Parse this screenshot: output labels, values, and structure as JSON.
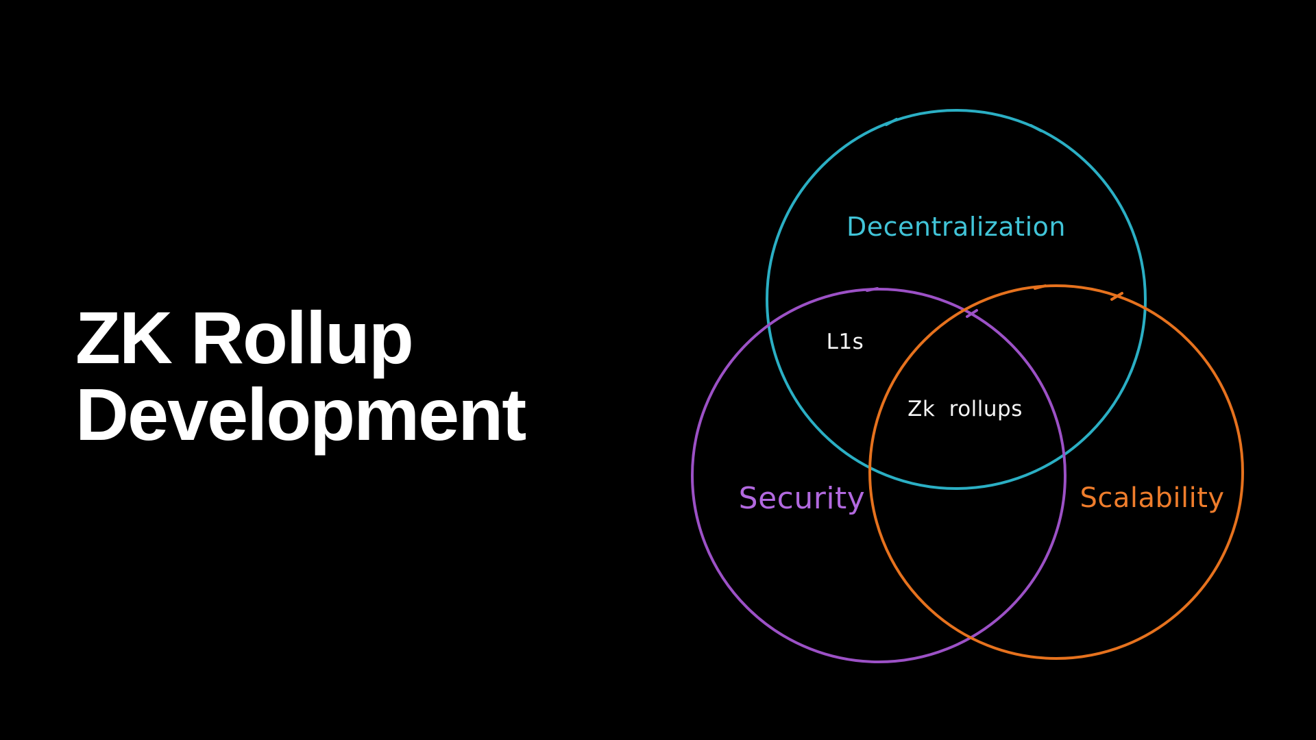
{
  "slide": {
    "background_color": "#000000",
    "title": {
      "line1": "ZK Rollup",
      "line2": "Development",
      "color": "#ffffff"
    }
  },
  "venn": {
    "circles": [
      {
        "name": "Decentralization",
        "stroke_color": "#2bafc4",
        "label_color": "#41c4d8"
      },
      {
        "name": "Security",
        "stroke_color": "#9c51c6",
        "label_color": "#b269df"
      },
      {
        "name": "Scalability",
        "stroke_color": "#e6721e",
        "label_color": "#ef7d2c"
      }
    ],
    "overlap_labels": [
      {
        "region": "decentralization-security",
        "text": "L1s",
        "color": "#f5f5f5"
      },
      {
        "region": "decentralization-security-scalability",
        "text": "Zk rollups",
        "color": "#f5f5f5"
      }
    ]
  }
}
